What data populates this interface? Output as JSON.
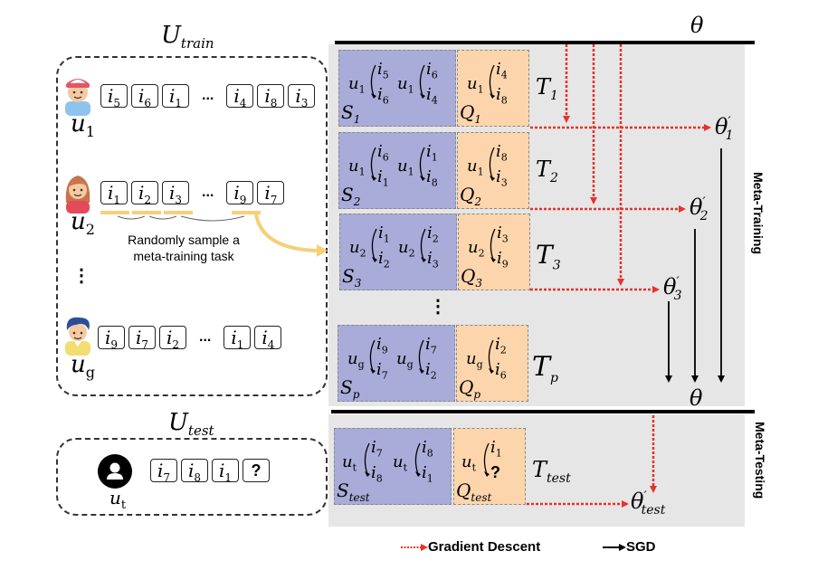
{
  "train_set": {
    "title": "U",
    "title_sub": "train",
    "users": [
      {
        "label": "u",
        "sub": "1",
        "avatar": "boy-red-cap-avatar",
        "items": [
          "5",
          "6",
          "1"
        ],
        "tail_items": [
          "4",
          "8",
          "3"
        ]
      },
      {
        "label": "u",
        "sub": "2",
        "avatar": "girl-avatar",
        "items": [
          "1",
          "2",
          "3"
        ],
        "tail_items": [
          "9",
          "7"
        ]
      },
      {
        "label": "u",
        "sub": "g",
        "avatar": "boy-blue-hair-avatar",
        "items": [
          "9",
          "7",
          "2"
        ],
        "tail_items": [
          "1",
          "4"
        ]
      }
    ],
    "ellipsis": "...",
    "vertical_ellipsis": "⋮",
    "sample_text": [
      "Randomly sample a",
      "meta-training task"
    ]
  },
  "test_set": {
    "title": "U",
    "title_sub": "test",
    "user": {
      "label": "u",
      "sub": "t",
      "avatar": "anonymous-user-avatar",
      "items": [
        "7",
        "8",
        "1"
      ],
      "unknown": "?"
    }
  },
  "meta_training": {
    "label": "Meta-Training",
    "theta_top": "θ",
    "theta_bottom": "θ",
    "tasks": [
      {
        "task": "T",
        "task_sub": "1",
        "support_label": "S",
        "support_sub": "1",
        "query_label": "Q",
        "query_sub": "1",
        "support_pairs": [
          {
            "u": "u",
            "us": "1",
            "a": "5",
            "b": "6"
          },
          {
            "u": "u",
            "us": "1",
            "a": "6",
            "b": "4"
          }
        ],
        "query_pair": {
          "u": "u",
          "us": "1",
          "a": "4",
          "b": "8"
        },
        "theta": "θ",
        "theta_sub": "1",
        "theta_sup": "′"
      },
      {
        "task": "T",
        "task_sub": "2",
        "support_label": "S",
        "support_sub": "2",
        "query_label": "Q",
        "query_sub": "2",
        "support_pairs": [
          {
            "u": "u",
            "us": "1",
            "a": "6",
            "b": "1"
          },
          {
            "u": "u",
            "us": "1",
            "a": "1",
            "b": "8"
          }
        ],
        "query_pair": {
          "u": "u",
          "us": "1",
          "a": "8",
          "b": "3"
        },
        "theta": "θ",
        "theta_sub": "2",
        "theta_sup": "′"
      },
      {
        "task": "T",
        "task_sub": "3",
        "support_label": "S",
        "support_sub": "3",
        "query_label": "Q",
        "query_sub": "3",
        "support_pairs": [
          {
            "u": "u",
            "us": "2",
            "a": "1",
            "b": "2"
          },
          {
            "u": "u",
            "us": "2",
            "a": "2",
            "b": "3"
          }
        ],
        "query_pair": {
          "u": "u",
          "us": "2",
          "a": "3",
          "b": "9"
        },
        "theta": "θ",
        "theta_sub": "3",
        "theta_sup": "′"
      },
      {
        "task": "T",
        "task_sub": "p",
        "support_label": "S",
        "support_sub": "p",
        "query_label": "Q",
        "query_sub": "p",
        "support_pairs": [
          {
            "u": "u",
            "us": "g",
            "a": "9",
            "b": "7"
          },
          {
            "u": "u",
            "us": "g",
            "a": "7",
            "b": "2"
          }
        ],
        "query_pair": {
          "u": "u",
          "us": "g",
          "a": "2",
          "b": "6"
        }
      }
    ],
    "vertical_ellipsis": "⋮"
  },
  "meta_testing": {
    "label": "Meta-Testing",
    "task": "T",
    "task_sub": "test",
    "support_label": "S",
    "support_sub": "test",
    "query_label": "Q",
    "query_sub": "test",
    "support_pairs": [
      {
        "u": "u",
        "us": "t",
        "a": "7",
        "b": "8"
      },
      {
        "u": "u",
        "us": "t",
        "a": "8",
        "b": "1"
      }
    ],
    "query_pair": {
      "u": "u",
      "us": "t",
      "a": "1",
      "b": "?"
    },
    "theta": "θ",
    "theta_sub": "test",
    "theta_sup": "′"
  },
  "legend": {
    "gradient_descent": "Gradient Descent",
    "sgd": "SGD",
    "colors": {
      "gradient": "#e8312a",
      "sgd": "#000000"
    }
  },
  "colors": {
    "support_bg": "#a9abd8",
    "query_bg": "#fcd5ac",
    "panel_bg": "#e6e6e6",
    "sample_arrow": "#f6cf7a"
  }
}
